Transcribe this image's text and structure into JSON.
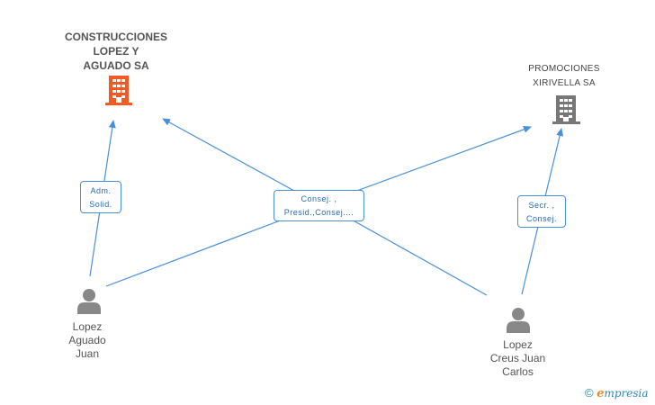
{
  "companies": [
    {
      "lines": [
        "CONSTRUCCIONES",
        "LOPEZ Y",
        "AGUADO SA"
      ],
      "icon": "building-icon",
      "color": "#f15a24"
    },
    {
      "lines": [
        "PROMOCIONES",
        "XIRIVELLA SA"
      ],
      "icon": "building-icon",
      "color": "#777777"
    }
  ],
  "people": [
    {
      "lines": [
        "Lopez",
        "Aguado",
        "Juan"
      ],
      "icon": "person-icon"
    },
    {
      "lines": [
        "Lopez",
        "Creus Juan",
        "Carlos"
      ],
      "icon": "person-icon"
    }
  ],
  "relations": [
    {
      "lines": [
        "Adm.",
        "Solid."
      ]
    },
    {
      "lines": [
        "Consej. ,",
        "Presid.,Consej...."
      ]
    },
    {
      "lines": [
        "Secr. ,",
        "Consej."
      ]
    }
  ],
  "colors": {
    "edge": "#4a90d9",
    "person_icon": "#888888"
  },
  "branding": {
    "copyright": "©",
    "e": "e",
    "rest": "mpresia"
  }
}
